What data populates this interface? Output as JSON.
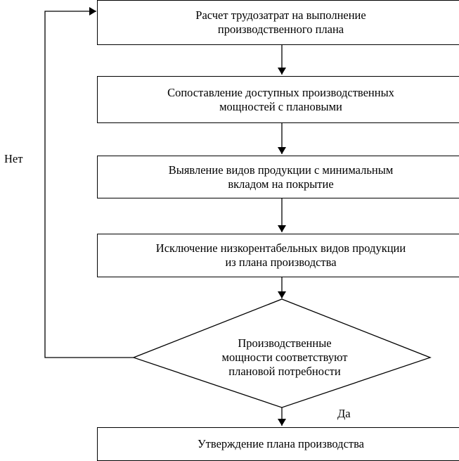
{
  "steps": [
    {
      "line1": "Расчет трудозатрат на выполнение",
      "line2": "производственного плана"
    },
    {
      "line1": "Сопоставление доступных производственных",
      "line2": "мощностей с плановыми"
    },
    {
      "line1": "Выявление видов продукции с минимальным",
      "line2": "вкладом на покрытие"
    },
    {
      "line1": "Исключение низкорентабельных видов продукции",
      "line2": "из плана производства"
    }
  ],
  "decision": {
    "line1": "Производственные",
    "line2": "мощности соответствуют",
    "line3": "плановой потребности"
  },
  "labels": {
    "no": "Нет",
    "yes": "Да"
  },
  "final_step": "Утверждение плана производства"
}
